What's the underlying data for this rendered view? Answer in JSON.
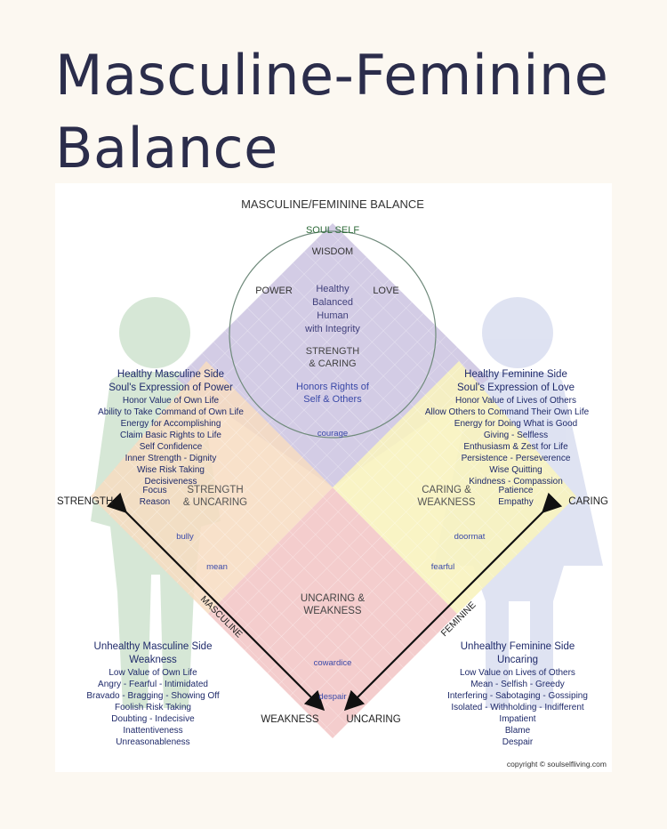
{
  "page_title": "Masculine-Feminine Balance",
  "diagram": {
    "title": "MASCULINE/FEMININE BALANCE",
    "soul_self": "SOUL SELF",
    "wisdom": "WISDOM",
    "power": "POWER",
    "love": "LOVE",
    "center_top": {
      "lines": [
        "Healthy",
        "Balanced",
        "Human",
        "with Integrity"
      ],
      "heading": [
        "STRENGTH",
        "& CARING"
      ],
      "honors": [
        "Honors Rights of",
        "Self & Others"
      ],
      "courage": "courage"
    },
    "strength_uncaring": [
      "STRENGTH",
      "& UNCARING"
    ],
    "caring_weakness": [
      "CARING &",
      "WEAKNESS"
    ],
    "uncaring_weakness": [
      "UNCARING &",
      "WEAKNESS"
    ],
    "bully": "bully",
    "mean": "mean",
    "doormat": "doormat",
    "fearful": "fearful",
    "cowardice": "cowardice",
    "despair": "despair",
    "axis_strength": "STRENGTH",
    "axis_caring": "CARING",
    "axis_weakness": "WEAKNESS",
    "axis_uncaring": "UNCARING",
    "arrow_masculine": "MASCULINE",
    "arrow_feminine": "FEMININE",
    "healthy_masculine": {
      "heading": [
        "Healthy Masculine Side",
        "Soul's Expression of Power"
      ],
      "items": [
        "Honor Value of Own Life",
        "Ability to Take Command of Own Life",
        "Energy for Accomplishing",
        "Claim Basic Rights to Life",
        "Self Confidence",
        "Inner Strength - Dignity",
        "Wise Risk Taking",
        "Decisiveness",
        "Focus",
        "Reason"
      ]
    },
    "healthy_feminine": {
      "heading": [
        "Healthy Feminine Side",
        "Soul's Expression of Love"
      ],
      "items": [
        "Honor Value of Lives of Others",
        "Allow Others to Command Their Own Life",
        "Energy for Doing What is Good",
        "Giving - Selfless",
        "Enthusiasm & Zest for Life",
        "Persistence - Perseverence",
        "Wise Quitting",
        "Kindness - Compassion",
        "Patience",
        "Empathy"
      ]
    },
    "unhealthy_masculine": {
      "heading": [
        "Unhealthy Masculine  Side",
        "Weakness"
      ],
      "items": [
        "Low Value of Own Life",
        "Angry - Fearful - Intimidated",
        "Bravado - Bragging - Showing Off",
        "Foolish Risk Taking",
        "Doubting - Indecisive",
        "Inattentiveness",
        "Unreasonableness"
      ]
    },
    "unhealthy_feminine": {
      "heading": [
        "Unhealthy Feminine Side",
        "Uncaring"
      ],
      "items": [
        "Low Value on Lives of Others",
        "Mean - Selfish - Greedy",
        "Interfering - Sabotaging - Gossiping",
        "Isolated - Withholding - Indifferent",
        "Impatient",
        "Blame",
        "Despair"
      ]
    },
    "copyright": "copyright © soulselfliving.com"
  },
  "colors": {
    "title": "#2b2d4b",
    "top_quadrant": "#cfc8e3",
    "left_quadrant": "#f7dcc1",
    "right_quadrant": "#f8f3bf",
    "bottom_quadrant": "#f3c9c9",
    "male_figure": "#cfe3cf",
    "female_figure": "#d9def0",
    "text_dark": "#2b2b40",
    "text_blue": "#2a3fa0",
    "text_green": "#2f6b3a",
    "text_purple": "#3f3f7a"
  }
}
